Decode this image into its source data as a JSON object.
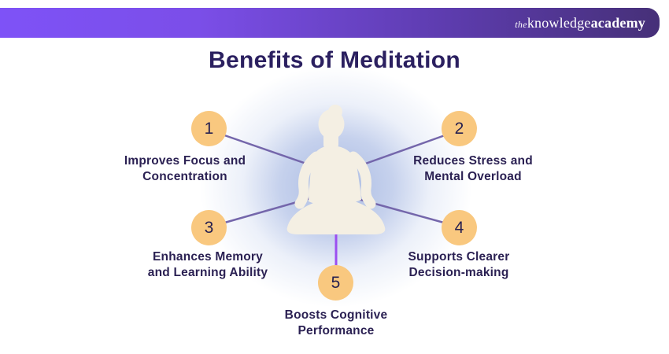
{
  "header": {
    "logo": {
      "prefix": "the",
      "name": "knowledge",
      "suffix": "academy"
    }
  },
  "title": "Benefits of Meditation",
  "benefits": [
    {
      "number": "1",
      "text": "Improves Focus and\nConcentration"
    },
    {
      "number": "2",
      "text": "Reduces Stress and\nMental Overload"
    },
    {
      "number": "3",
      "text": "Enhances Memory\nand Learning Ability"
    },
    {
      "number": "4",
      "text": "Supports Clearer\nDecision-making"
    },
    {
      "number": "5",
      "text": "Boosts Cognitive\nPerformance"
    }
  ],
  "figure": {
    "icon": "meditating-person-silhouette"
  },
  "colors": {
    "header_gradient_start": "#7e52f7",
    "header_gradient_end": "#463078",
    "title_text": "#2b2060",
    "label_text": "#2b2153",
    "circle_fill": "#f9c87f",
    "circle_number": "#262050",
    "connector_line": "#7466ab",
    "connector_line_bright": "#9b4ff0",
    "figure_fill": "#f4efe3",
    "glow": "#a4b6e0"
  }
}
